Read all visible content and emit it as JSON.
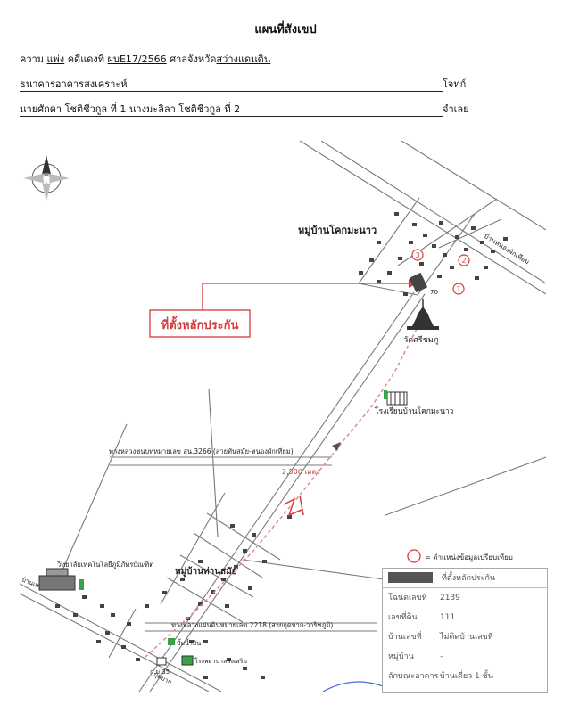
{
  "header": {
    "title": "แผนที่สังเขป",
    "case_prefix": "ความ",
    "case_type": "แพ่ง",
    "case_no_label": "คดีแดงที่",
    "case_no": "ผบE17/2566",
    "court_label": "ศาลจังหวัด",
    "court_name": "สว่างแดนดิน",
    "plaintiff": "ธนาคารอาคารสงเคราะห์",
    "plaintiff_role": "โจทก์",
    "defendant": "นายศักดา โชติชีวกูล ที่ 1 นางมะลิลา โชติชีวกูล ที่ 2",
    "defendant_role": "จำเลย"
  },
  "map": {
    "village_1": "หมู่บ้านโคกมะนาว",
    "village_2": "หมู่บ้านท่านสมัย",
    "property_callout": "ที่ตั้งหลักประกัน",
    "temple": "วัดศรีชมภู",
    "school": "โรงเรียนบ้านโคกมะนาว",
    "road_label_1": "ทางหลวงชนบทหมายเลข สน.3266 (สายทันสมัย-หนองผักเทียม)",
    "road_label_2": "ทางหลวงแผ่นดินหมายเลข 2218 (สายกุดบาก-วาริชภูมิ)",
    "road_label_3": "บ้านหนองผักเทียม",
    "road_label_4": "บ้านเหล่า",
    "road_label_5": "กุดบาก",
    "distance": "2,500 เมตร",
    "college": "วิทยาลัยเทคโนโลยีภูมิภัทรบัณฑิต",
    "gas_station": "ปั๊มน้ำมัน",
    "km_marker": "ก.ม.35",
    "hospital": "โรงพยาบาลส่งเสริม",
    "number_marker": "70",
    "comparison_1": "1",
    "comparison_2": "2",
    "comparison_3": "3",
    "north_letter": "N"
  },
  "legend": {
    "comparison_note": "= ตำแหน่งข้อมูลเปรียบเทียบ",
    "property_swatch_label": "ที่ตั้งหลักประกัน",
    "rows": [
      {
        "key": "โฉนดเลขที่",
        "value": "2139"
      },
      {
        "key": "เลขที่ดิน",
        "value": "111"
      },
      {
        "key": "บ้านเลขที่",
        "value": "ไม่ติดบ้านเลขที่"
      },
      {
        "key": "หมู่บ้าน",
        "value": "–"
      },
      {
        "key": "ลักษณะอาคาร",
        "value": "บ้านเดี่ยว 1 ชั้น"
      }
    ]
  },
  "colors": {
    "road": "#777777",
    "route": "#e07a7a",
    "callout": "#d23c3c",
    "house": "#444444"
  }
}
